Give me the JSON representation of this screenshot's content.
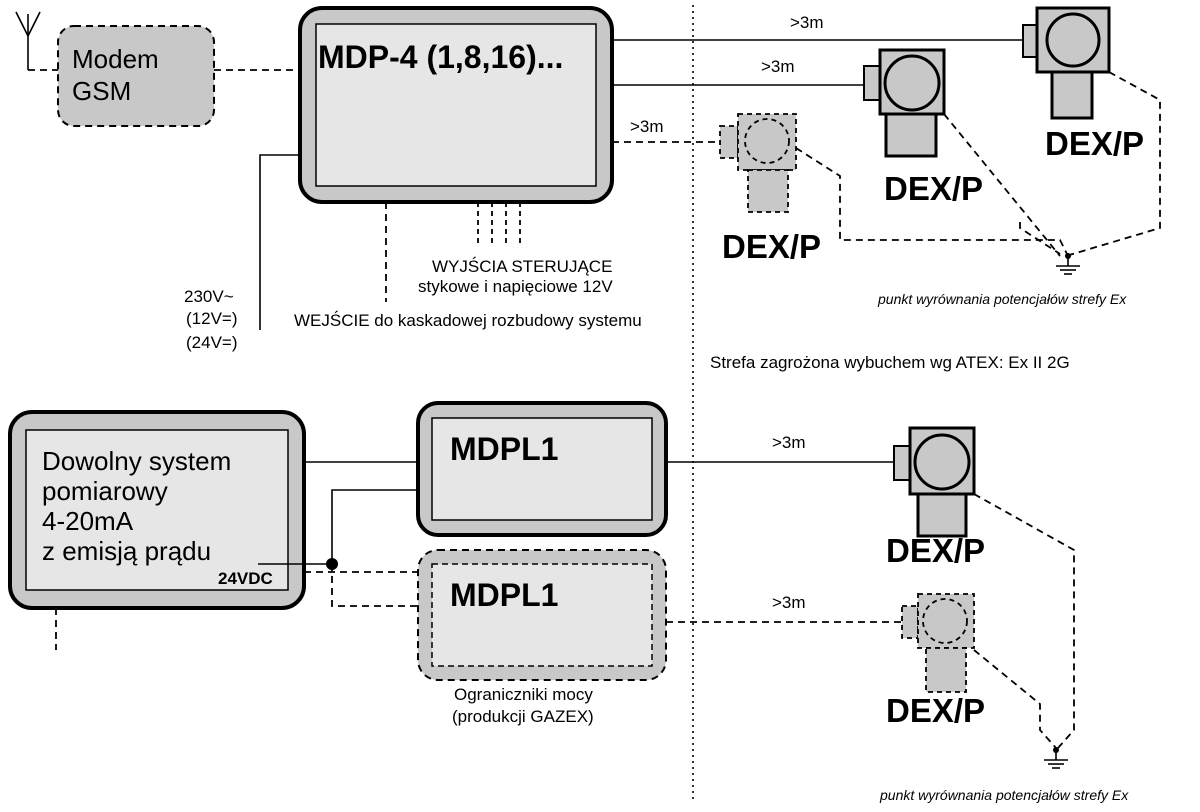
{
  "modem": {
    "line1": "Modem",
    "line2": "GSM"
  },
  "mdp4": {
    "title": "MDP-4",
    "suffix": " (1,8,16)..."
  },
  "power": {
    "line1": "230V~",
    "line2": "(12V=)",
    "line3": "(24V=)"
  },
  "outputs": {
    "line1": "WYJŚCIA STERUJĄCE",
    "line2": "stykowe i napięciowe 12V"
  },
  "cascade_input": "WEJŚCIE do kaskadowej rozbudowy systemu",
  "distance": ">3m",
  "detector": "DEX/P",
  "equipotential_note": "punkt wyrównania potencjałów strefy Ex",
  "zone_label": "Strefa zagrożona wybuchem wg ATEX: Ex II 2G",
  "measuring_system": {
    "line1": "Dowolny system",
    "line2": "pomiarowy",
    "line3": "4-20mA",
    "line4": "z emisją prądu",
    "supply": "24VDC"
  },
  "mdpl1": "MDPL1",
  "limiters": {
    "line1": "Ograniczniki mocy",
    "line2": "(produkcji GAZEX)"
  },
  "colors": {
    "box_fill": "#c8c8c8",
    "inner_fill": "#e6e6e6",
    "line": "#000000"
  }
}
